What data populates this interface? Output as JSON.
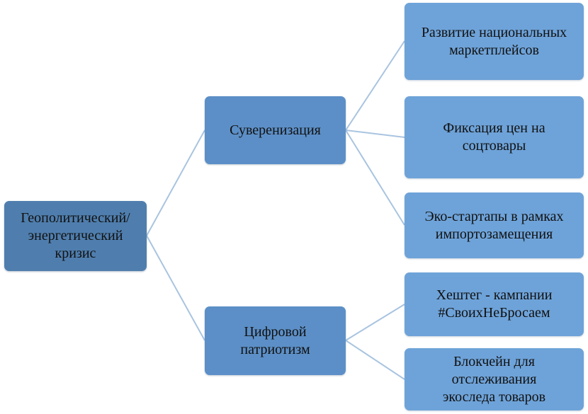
{
  "diagram": {
    "root": {
      "label": "Геополитический/\nэнергетический\nкризис"
    },
    "branches": [
      {
        "label": "Суверенизация",
        "children": [
          {
            "label": "Развитие национальных\nмаркетплейсов"
          },
          {
            "label": "Фиксация цен на\nсоцтовары"
          },
          {
            "label": "Эко-стартапы в рамках\nимпортозамещения"
          }
        ]
      },
      {
        "label": "Цифровой\nпатриотизм",
        "children": [
          {
            "label": "Хештег - кампании\n#СвоихНеБросаем"
          },
          {
            "label": "Блокчейн для\nотслеживания\nэкоследа товаров"
          }
        ]
      }
    ],
    "colors": {
      "root_fill": "#4f7eae",
      "branch_fill": "#5c8fc7",
      "leaf_fill": "#6ea3d9",
      "connector": "#a9c4e0"
    }
  }
}
